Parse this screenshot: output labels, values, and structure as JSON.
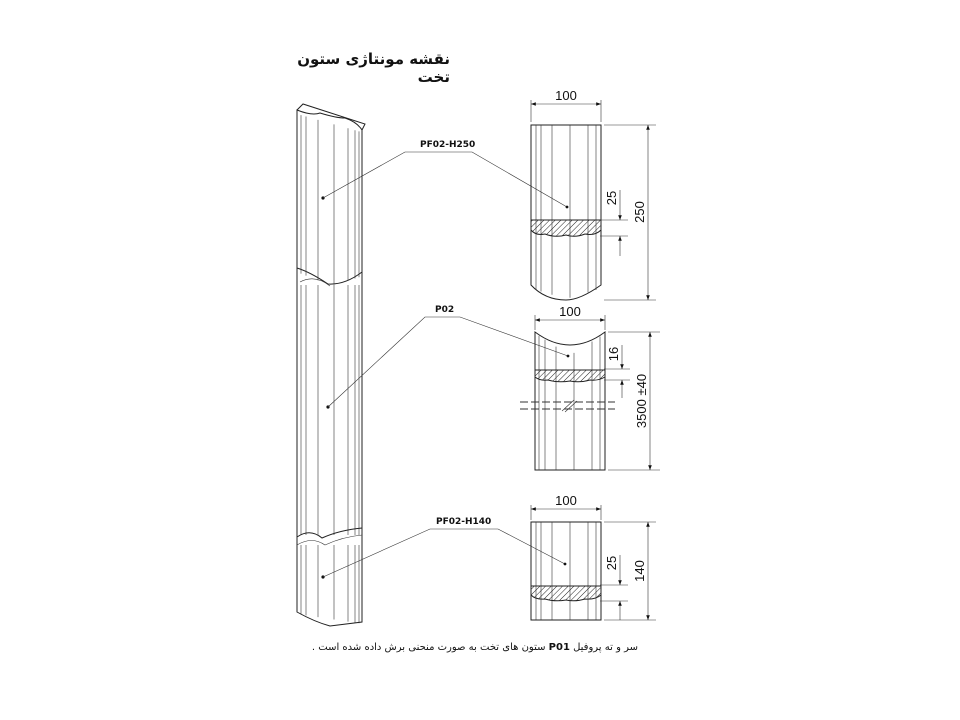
{
  "title": "نقشه مونتاژی ستون تخت",
  "note": {
    "before": "سر و ته پروفیل ",
    "code": "P01",
    "after": " ستون های تخت به صورت منحنی برش داده شده است ."
  },
  "labels": {
    "top_piece": "PF02-H250",
    "shaft": "P02",
    "bottom_piece": "PF02-H140"
  },
  "details": {
    "top": {
      "width": "100",
      "height": "250",
      "band": "25"
    },
    "shaft": {
      "width": "100",
      "height": "3500 ±40",
      "band": "16"
    },
    "bottom": {
      "width": "100",
      "height": "140",
      "band": "25"
    }
  }
}
